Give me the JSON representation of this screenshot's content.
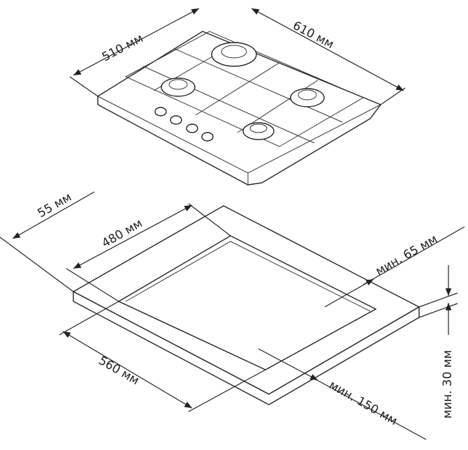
{
  "hob": {
    "depth_label": "510 мм",
    "width_label": "610 мм"
  },
  "cutout": {
    "edge_front_label": "55 мм",
    "depth_label": "480 мм",
    "min_back_label": "мин. 65 мм",
    "width_label": "560 мм",
    "min_side_label": "мин. 150 мм",
    "min_thickness_label": "мин. 30 мм"
  }
}
